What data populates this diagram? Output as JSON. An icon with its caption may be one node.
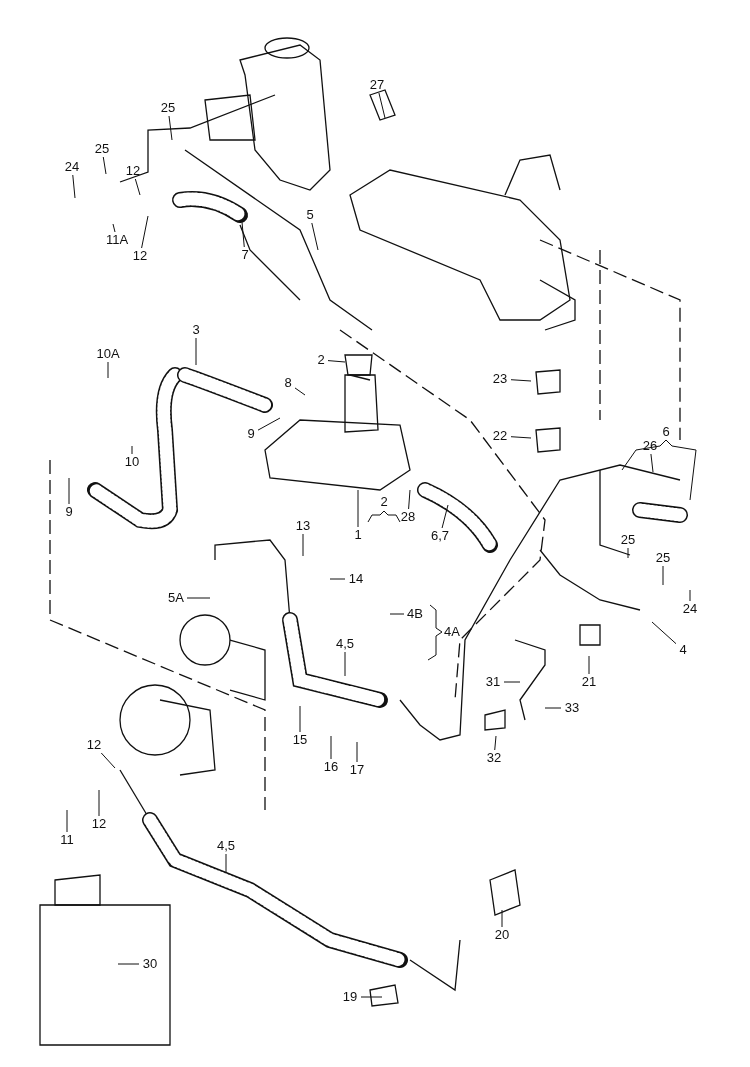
{
  "diagram": {
    "nodes": [
      {
        "text": [
          "27"
        ]
      },
      {
        "text": [
          "25"
        ]
      },
      {
        "text": [
          "25"
        ]
      },
      {
        "text": [
          "24"
        ]
      },
      {
        "text": [
          "12"
        ]
      },
      {
        "text": [
          "5"
        ]
      },
      {
        "text": [
          "11A"
        ]
      },
      {
        "text": [
          "12"
        ]
      },
      {
        "text": [
          "7"
        ]
      },
      {
        "text": [
          "3"
        ]
      },
      {
        "text": [
          "10A"
        ]
      },
      {
        "text": [
          "2"
        ]
      },
      {
        "text": [
          "8"
        ]
      },
      {
        "text": [
          "23"
        ]
      },
      {
        "text": [
          "9"
        ]
      },
      {
        "text": [
          "22"
        ]
      },
      {
        "text": [
          "10"
        ]
      },
      {
        "text": [
          "26"
        ]
      },
      {
        "text": [
          "9"
        ]
      },
      {
        "text": [
          "28"
        ]
      },
      {
        "text": [
          "1"
        ]
      },
      {
        "text": [
          "6,7"
        ]
      },
      {
        "text": [
          "13"
        ]
      },
      {
        "text": [
          "25"
        ]
      },
      {
        "text": [
          "25"
        ]
      },
      {
        "text": [
          "14"
        ]
      },
      {
        "text": [
          "5A"
        ]
      },
      {
        "text": [
          "24"
        ]
      },
      {
        "text": [
          "4B"
        ]
      },
      {
        "text": [
          "4,5"
        ]
      },
      {
        "text": [
          "4"
        ]
      },
      {
        "text": [
          "21"
        ]
      },
      {
        "text": [
          "31"
        ]
      },
      {
        "text": [
          "33"
        ]
      },
      {
        "text": [
          "15"
        ]
      },
      {
        "text": [
          "32"
        ]
      },
      {
        "text": [
          "16"
        ]
      },
      {
        "text": [
          "17"
        ]
      },
      {
        "text": [
          "12"
        ]
      },
      {
        "text": [
          "11"
        ]
      },
      {
        "text": [
          "12"
        ]
      },
      {
        "text": [
          "4,5"
        ]
      },
      {
        "text": [
          "30"
        ]
      },
      {
        "text": [
          "20"
        ]
      },
      {
        "text": [
          "19"
        ]
      }
    ],
    "edges": [
      {
        "from": 0,
        "to": null,
        "arrow": "none"
      },
      {
        "from": 1,
        "to": null,
        "arrow": "none"
      },
      {
        "from": 2,
        "to": null,
        "arrow": "none"
      },
      {
        "from": 3,
        "to": null,
        "arrow": "none"
      },
      {
        "from": 4,
        "to": null,
        "arrow": "none"
      },
      {
        "from": 5,
        "to": null,
        "arrow": "none"
      },
      {
        "from": 6,
        "to": null,
        "arrow": "none"
      },
      {
        "from": 7,
        "to": null,
        "arrow": "none"
      },
      {
        "from": 8,
        "to": null,
        "arrow": "none"
      },
      {
        "from": 9,
        "to": null,
        "arrow": "none"
      },
      {
        "from": 10,
        "to": null,
        "arrow": "none"
      },
      {
        "from": 11,
        "to": null,
        "arrow": "none"
      },
      {
        "from": 12,
        "to": null,
        "arrow": "none"
      },
      {
        "from": 13,
        "to": null,
        "arrow": "none"
      },
      {
        "from": 14,
        "to": null,
        "arrow": "none"
      },
      {
        "from": 15,
        "to": null,
        "arrow": "none"
      },
      {
        "from": 16,
        "to": null,
        "arrow": "none"
      },
      {
        "from": 17,
        "to": null,
        "arrow": "none"
      },
      {
        "from": 18,
        "to": null,
        "arrow": "none"
      },
      {
        "from": 19,
        "to": null,
        "arrow": "none"
      },
      {
        "from": 20,
        "to": null,
        "arrow": "none"
      },
      {
        "from": 21,
        "to": null,
        "arrow": "none"
      },
      {
        "from": 22,
        "to": null,
        "arrow": "none"
      },
      {
        "from": 23,
        "to": null,
        "arrow": "none"
      },
      {
        "from": 24,
        "to": null,
        "arrow": "none"
      },
      {
        "from": 25,
        "to": null,
        "arrow": "none"
      },
      {
        "from": 26,
        "to": null,
        "arrow": "none"
      },
      {
        "from": 27,
        "to": null,
        "arrow": "none"
      },
      {
        "from": 28,
        "to": null,
        "arrow": "none"
      },
      {
        "from": 29,
        "to": null,
        "arrow": "none"
      },
      {
        "from": 30,
        "to": null,
        "arrow": "none"
      },
      {
        "from": 31,
        "to": null,
        "arrow": "none"
      },
      {
        "from": 32,
        "to": null,
        "arrow": "none"
      },
      {
        "from": 33,
        "to": null,
        "arrow": "none"
      },
      {
        "from": 34,
        "to": null,
        "arrow": "none"
      },
      {
        "from": 35,
        "to": null,
        "arrow": "none"
      },
      {
        "from": 36,
        "to": null,
        "arrow": "none"
      },
      {
        "from": 37,
        "to": null,
        "arrow": "none"
      },
      {
        "from": 38,
        "to": null,
        "arrow": "none"
      },
      {
        "from": 39,
        "to": null,
        "arrow": "none"
      },
      {
        "from": 40,
        "to": null,
        "arrow": "none"
      },
      {
        "from": 41,
        "to": null,
        "arrow": "none"
      },
      {
        "from": 42,
        "to": null,
        "arrow": "none"
      },
      {
        "from": 43,
        "to": null,
        "arrow": "none"
      },
      {
        "from": 44,
        "to": null,
        "arrow": "none"
      }
    ],
    "labels": [
      "2",
      "6",
      "4A"
    ]
  }
}
